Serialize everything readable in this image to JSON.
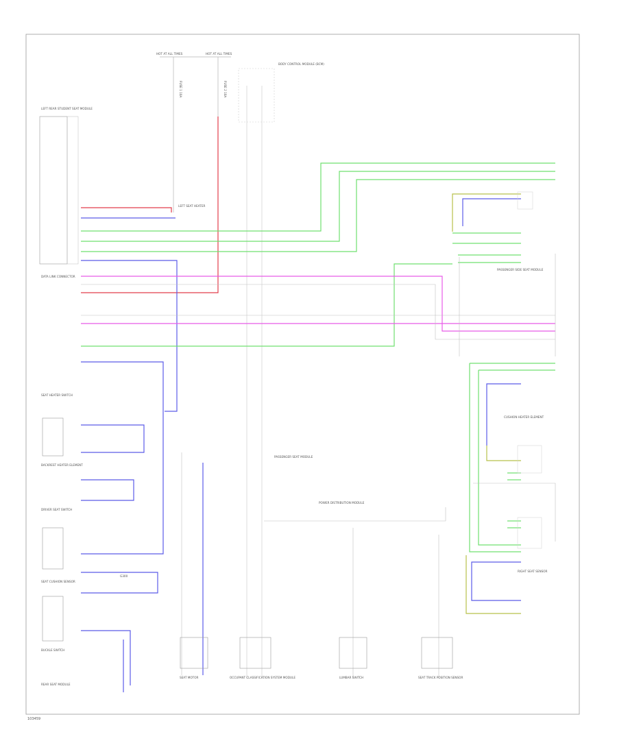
{
  "footer_code": "103459",
  "colors": {
    "red": "#e23c4a",
    "blue": "#5a5ae8",
    "green": "#6fe06f",
    "magenta": "#e85ae8",
    "olive": "#b8c04a",
    "grey": "#b4b4b4",
    "frame": "#9a9a9a"
  },
  "labels": {
    "hot1": "HOT AT ALL TIMES",
    "hot2": "HOT AT ALL TIMES",
    "fuse1": "FUSE 1 10A",
    "fuse2": "FUSE 2 10A",
    "bcm": "BODY CONTROL MODULE (BCM)",
    "left_seat_module": "LEFT REAR STUDENT SEAT MODULE",
    "left_seat_heater": "LEFT SEAT HEATER",
    "seat_heater_sw": "SEAT HEATER SWITCH",
    "data_link": "DATA LINK CONNECTOR",
    "backrest_heater": "BACKREST HEATER ELEMENT",
    "occupant_classification": "OCCUPANT CLASSIFICATION SYSTEM MODULE",
    "seat_cushion_sensor": "SEAT CUSHION SENSOR",
    "driver_seat_switch": "DRIVER SEAT SWITCH",
    "passenger_seat": "PASSENGER SEAT MODULE",
    "lumbar": "LUMBAR SWITCH",
    "seat_track": "SEAT TRACK POSITION SENSOR",
    "buckle_switch": "BUCKLE SWITCH",
    "seat_motor": "SEAT MOTOR",
    "seat_module_rear": "REAR SEAT MODULE",
    "ground": "G300",
    "passenger_side_module": "PASSENGER SIDE SEAT MODULE",
    "cushion_element": "CUSHION HEATER ELEMENT",
    "sensor_right": "RIGHT SEAT SENSOR",
    "pwr_module": "POWER DISTRIBUTION MODULE"
  }
}
